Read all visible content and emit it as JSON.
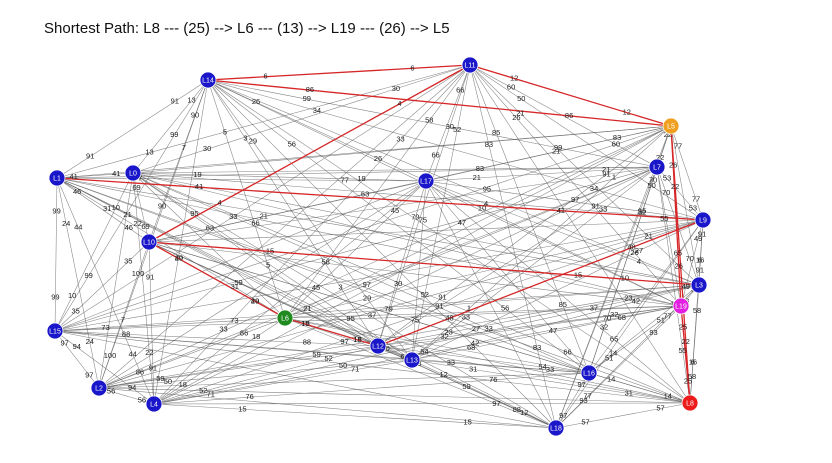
{
  "title": "Shortest Path: L8 --- (25) --> L6 --- (13) --> L19 --- (26) --> L5",
  "colors": {
    "default_node": "#1a16c9",
    "source_node": "#ee1b1b",
    "path_node_green": "#1f8a1f",
    "path_node_orange": "#f0a020",
    "path_node_magenta": "#e21fe0",
    "edge": "#5a5a5a",
    "path_edge": "#d62728"
  },
  "nodes": [
    {
      "id": "L0",
      "color": "#1a16c9"
    },
    {
      "id": "L1",
      "color": "#1a16c9"
    },
    {
      "id": "L2",
      "color": "#1a16c9"
    },
    {
      "id": "L3",
      "color": "#1a16c9"
    },
    {
      "id": "L4",
      "color": "#1a16c9"
    },
    {
      "id": "L5",
      "color": "#f0a020"
    },
    {
      "id": "L6",
      "color": "#1f8a1f"
    },
    {
      "id": "L7",
      "color": "#1a16c9"
    },
    {
      "id": "L8",
      "color": "#ee1b1b"
    },
    {
      "id": "L9",
      "color": "#1a16c9"
    },
    {
      "id": "L10",
      "color": "#1a16c9"
    },
    {
      "id": "L11",
      "color": "#1a16c9"
    },
    {
      "id": "L12",
      "color": "#1a16c9"
    },
    {
      "id": "L13",
      "color": "#1a16c9"
    },
    {
      "id": "L14",
      "color": "#1a16c9"
    },
    {
      "id": "L15",
      "color": "#1a16c9"
    },
    {
      "id": "L16",
      "color": "#1a16c9"
    },
    {
      "id": "L17",
      "color": "#1a16c9"
    },
    {
      "id": "L18",
      "color": "#1a16c9"
    },
    {
      "id": "L19",
      "color": "#e21fe0"
    }
  ],
  "edges": [
    {
      "s": "L14",
      "t": "L11",
      "w": "6",
      "path": true
    },
    {
      "s": "L11",
      "t": "L5",
      "w": "12",
      "path": true
    },
    {
      "s": "L14",
      "t": "L5",
      "w": "86",
      "path": true
    },
    {
      "s": "L1",
      "t": "L9",
      "w": "41",
      "path": true
    },
    {
      "s": "L10",
      "t": "L11",
      "w": "4",
      "path": true
    },
    {
      "s": "L10",
      "t": "L3",
      "w": "15",
      "path": true
    },
    {
      "s": "L10",
      "t": "L6",
      "w": "49",
      "path": true
    },
    {
      "s": "L6",
      "t": "L12",
      "w": "15",
      "path": true
    },
    {
      "s": "L12",
      "t": "L9",
      "w": "48",
      "path": true
    },
    {
      "s": "L8",
      "t": "L5",
      "w": "22",
      "path": true
    },
    {
      "s": "L8",
      "t": "L19",
      "w": "25",
      "path": true
    },
    {
      "s": "L19",
      "t": "L5",
      "w": "26",
      "path": true
    },
    {
      "s": "L1",
      "t": "L10",
      "w": "46",
      "path": false
    },
    {
      "s": "L1",
      "t": "L0",
      "w": "41",
      "path": false
    },
    {
      "s": "L1",
      "t": "L14",
      "w": "91",
      "path": false
    },
    {
      "s": "L1",
      "t": "L15",
      "w": "99",
      "path": false
    },
    {
      "s": "L1",
      "t": "L2",
      "w": "24",
      "path": false
    },
    {
      "s": "L1",
      "t": "L4",
      "w": "44",
      "path": false
    },
    {
      "s": "L1",
      "t": "L17",
      "w": "77",
      "path": false
    },
    {
      "s": "L1",
      "t": "L12",
      "w": "21",
      "path": false
    },
    {
      "s": "L1",
      "t": "L6",
      "w": "31",
      "path": false
    },
    {
      "s": "L0",
      "t": "L14",
      "w": "13",
      "path": false
    },
    {
      "s": "L0",
      "t": "L10",
      "w": "69",
      "path": false
    },
    {
      "s": "L0",
      "t": "L11",
      "w": "30",
      "path": false
    },
    {
      "s": "L0",
      "t": "L17",
      "w": "19",
      "path": false
    },
    {
      "s": "L0",
      "t": "L13",
      "w": "95",
      "path": false
    },
    {
      "s": "L0",
      "t": "L16",
      "w": "33",
      "path": false
    },
    {
      "s": "L0",
      "t": "L8",
      "w": "66",
      "path": false
    },
    {
      "s": "L0",
      "t": "L15",
      "w": "10",
      "path": false
    },
    {
      "s": "L0",
      "t": "L4",
      "w": "22",
      "path": false
    },
    {
      "s": "L14",
      "t": "L17",
      "w": "26",
      "path": false
    },
    {
      "s": "L14",
      "t": "L10",
      "w": "90",
      "path": false
    },
    {
      "s": "L14",
      "t": "L12",
      "w": "3",
      "path": false
    },
    {
      "s": "L14",
      "t": "L7",
      "w": "99",
      "path": false
    },
    {
      "s": "L14",
      "t": "L13",
      "w": "29",
      "path": false
    },
    {
      "s": "L14",
      "t": "L6",
      "w": "5",
      "path": false
    },
    {
      "s": "L14",
      "t": "L16",
      "w": "56",
      "path": false
    },
    {
      "s": "L14",
      "t": "L9",
      "w": "34",
      "path": false
    },
    {
      "s": "L14",
      "t": "L15",
      "w": "99",
      "path": false
    },
    {
      "s": "L14",
      "t": "L2",
      "w": "7",
      "path": false
    },
    {
      "s": "L11",
      "t": "L17",
      "w": "66",
      "path": false
    },
    {
      "s": "L11",
      "t": "L7",
      "w": "60",
      "path": false
    },
    {
      "s": "L11",
      "t": "L9",
      "w": "50",
      "path": false
    },
    {
      "s": "L11",
      "t": "L3",
      "w": "21",
      "path": false
    },
    {
      "s": "L11",
      "t": "L12",
      "w": "30",
      "path": false
    },
    {
      "s": "L11",
      "t": "L13",
      "w": "52",
      "path": false
    },
    {
      "s": "L11",
      "t": "L6",
      "w": "58",
      "path": false
    },
    {
      "s": "L11",
      "t": "L18",
      "w": "83",
      "path": false
    },
    {
      "s": "L11",
      "t": "L16",
      "w": "85",
      "path": false
    },
    {
      "s": "L11",
      "t": "L19",
      "w": "26",
      "path": false
    },
    {
      "s": "L11",
      "t": "L4",
      "w": "33",
      "path": false
    },
    {
      "s": "L5",
      "t": "L7",
      "w": "22",
      "path": false
    },
    {
      "s": "L5",
      "t": "L9",
      "w": "77",
      "path": false
    },
    {
      "s": "L5",
      "t": "L17",
      "w": "83",
      "path": false
    },
    {
      "s": "L5",
      "t": "L13",
      "w": "1",
      "path": false
    },
    {
      "s": "L5",
      "t": "L12",
      "w": "91",
      "path": false
    },
    {
      "s": "L5",
      "t": "L16",
      "w": "70",
      "path": false
    },
    {
      "s": "L5",
      "t": "L10",
      "w": "21",
      "path": false
    },
    {
      "s": "L7",
      "t": "L9",
      "w": "53",
      "path": false
    },
    {
      "s": "L7",
      "t": "L3",
      "w": "70",
      "path": false
    },
    {
      "s": "L7",
      "t": "L17",
      "w": "21",
      "path": false
    },
    {
      "s": "L7",
      "t": "L13",
      "w": "33",
      "path": false
    },
    {
      "s": "L7",
      "t": "L16",
      "w": "32",
      "path": false
    },
    {
      "s": "L7",
      "t": "L12",
      "w": "91",
      "path": false
    },
    {
      "s": "L7",
      "t": "L6",
      "w": "97",
      "path": false
    },
    {
      "s": "L9",
      "t": "L3",
      "w": "91",
      "path": false
    },
    {
      "s": "L9",
      "t": "L19",
      "w": "49",
      "path": false
    },
    {
      "s": "L9",
      "t": "L13",
      "w": "27",
      "path": false
    },
    {
      "s": "L9",
      "t": "L16",
      "w": "65",
      "path": false
    },
    {
      "s": "L9",
      "t": "L17",
      "w": "95",
      "path": false
    },
    {
      "s": "L9",
      "t": "L8",
      "w": "16",
      "path": false
    },
    {
      "s": "L3",
      "t": "L19",
      "w": "58",
      "path": false
    },
    {
      "s": "L3",
      "t": "L8",
      "w": "58",
      "path": false
    },
    {
      "s": "L3",
      "t": "L12",
      "w": "23",
      "path": false
    },
    {
      "s": "L3",
      "t": "L16",
      "w": "14",
      "path": false
    },
    {
      "s": "L3",
      "t": "L13",
      "w": "42",
      "path": false
    },
    {
      "s": "L3",
      "t": "L18",
      "w": "77",
      "path": false
    },
    {
      "s": "L19",
      "t": "L12",
      "w": "32",
      "path": false
    },
    {
      "s": "L19",
      "t": "L13",
      "w": "68",
      "path": false
    },
    {
      "s": "L19",
      "t": "L16",
      "w": "51",
      "path": false
    },
    {
      "s": "L19",
      "t": "L18",
      "w": "93",
      "path": false
    },
    {
      "s": "L19",
      "t": "L6",
      "w": "37",
      "path": false
    },
    {
      "s": "L8",
      "t": "L16",
      "w": "14",
      "path": false
    },
    {
      "s": "L8",
      "t": "L18",
      "w": "57",
      "path": false
    },
    {
      "s": "L8",
      "t": "L13",
      "w": "31",
      "path": false
    },
    {
      "s": "L8",
      "t": "L7",
      "w": "55",
      "path": false
    },
    {
      "s": "L8",
      "t": "L9",
      "w": "6",
      "path": false
    },
    {
      "s": "L18",
      "t": "L16",
      "w": "97",
      "path": false
    },
    {
      "s": "L18",
      "t": "L13",
      "w": "12",
      "path": false
    },
    {
      "s": "L18",
      "t": "L12",
      "w": "88",
      "path": false
    },
    {
      "s": "L18",
      "t": "L4",
      "w": "15",
      "path": false
    },
    {
      "s": "L18",
      "t": "L6",
      "w": "97",
      "path": false
    },
    {
      "s": "L18",
      "t": "L10",
      "w": "59",
      "path": false
    },
    {
      "s": "L16",
      "t": "L13",
      "w": "33",
      "path": false
    },
    {
      "s": "L16",
      "t": "L12",
      "w": "54",
      "path": false
    },
    {
      "s": "L16",
      "t": "L17",
      "w": "47",
      "path": false
    },
    {
      "s": "L16",
      "t": "L4",
      "w": "76",
      "path": false
    },
    {
      "s": "L13",
      "t": "L12",
      "w": "60",
      "path": false
    },
    {
      "s": "L13",
      "t": "L4",
      "w": "71",
      "path": false
    },
    {
      "s": "L13",
      "t": "L2",
      "w": "50",
      "path": false
    },
    {
      "s": "L13",
      "t": "L17",
      "w": "75",
      "path": false
    },
    {
      "s": "L12",
      "t": "L6",
      "w": "18",
      "path": false
    },
    {
      "s": "L12",
      "t": "L4",
      "w": "52",
      "path": false
    },
    {
      "s": "L12",
      "t": "L2",
      "w": "59",
      "path": false
    },
    {
      "s": "L12",
      "t": "L17",
      "w": "79",
      "path": false
    },
    {
      "s": "L12",
      "t": "L15",
      "w": "88",
      "path": false
    },
    {
      "s": "L6",
      "t": "L15",
      "w": "73",
      "path": false
    },
    {
      "s": "L6",
      "t": "L2",
      "w": "86",
      "path": false
    },
    {
      "s": "L6",
      "t": "L4",
      "w": "18",
      "path": false
    },
    {
      "s": "L6",
      "t": "L17",
      "w": "45",
      "path": false
    },
    {
      "s": "L6",
      "t": "L10",
      "w": "20",
      "path": false
    },
    {
      "s": "L4",
      "t": "L2",
      "w": "56",
      "path": false
    },
    {
      "s": "L4",
      "t": "L15",
      "w": "94",
      "path": false
    },
    {
      "s": "L4",
      "t": "L10",
      "w": "91",
      "path": false
    },
    {
      "s": "L2",
      "t": "L15",
      "w": "97",
      "path": false
    },
    {
      "s": "L2",
      "t": "L10",
      "w": "100",
      "path": false
    },
    {
      "s": "L15",
      "t": "L10",
      "w": "35",
      "path": false
    },
    {
      "s": "L17",
      "t": "L10",
      "w": "63",
      "path": false
    },
    {
      "s": "L17",
      "t": "L3",
      "w": "4",
      "path": false
    },
    {
      "s": "L17",
      "t": "L19",
      "w": "10",
      "path": false
    }
  ]
}
